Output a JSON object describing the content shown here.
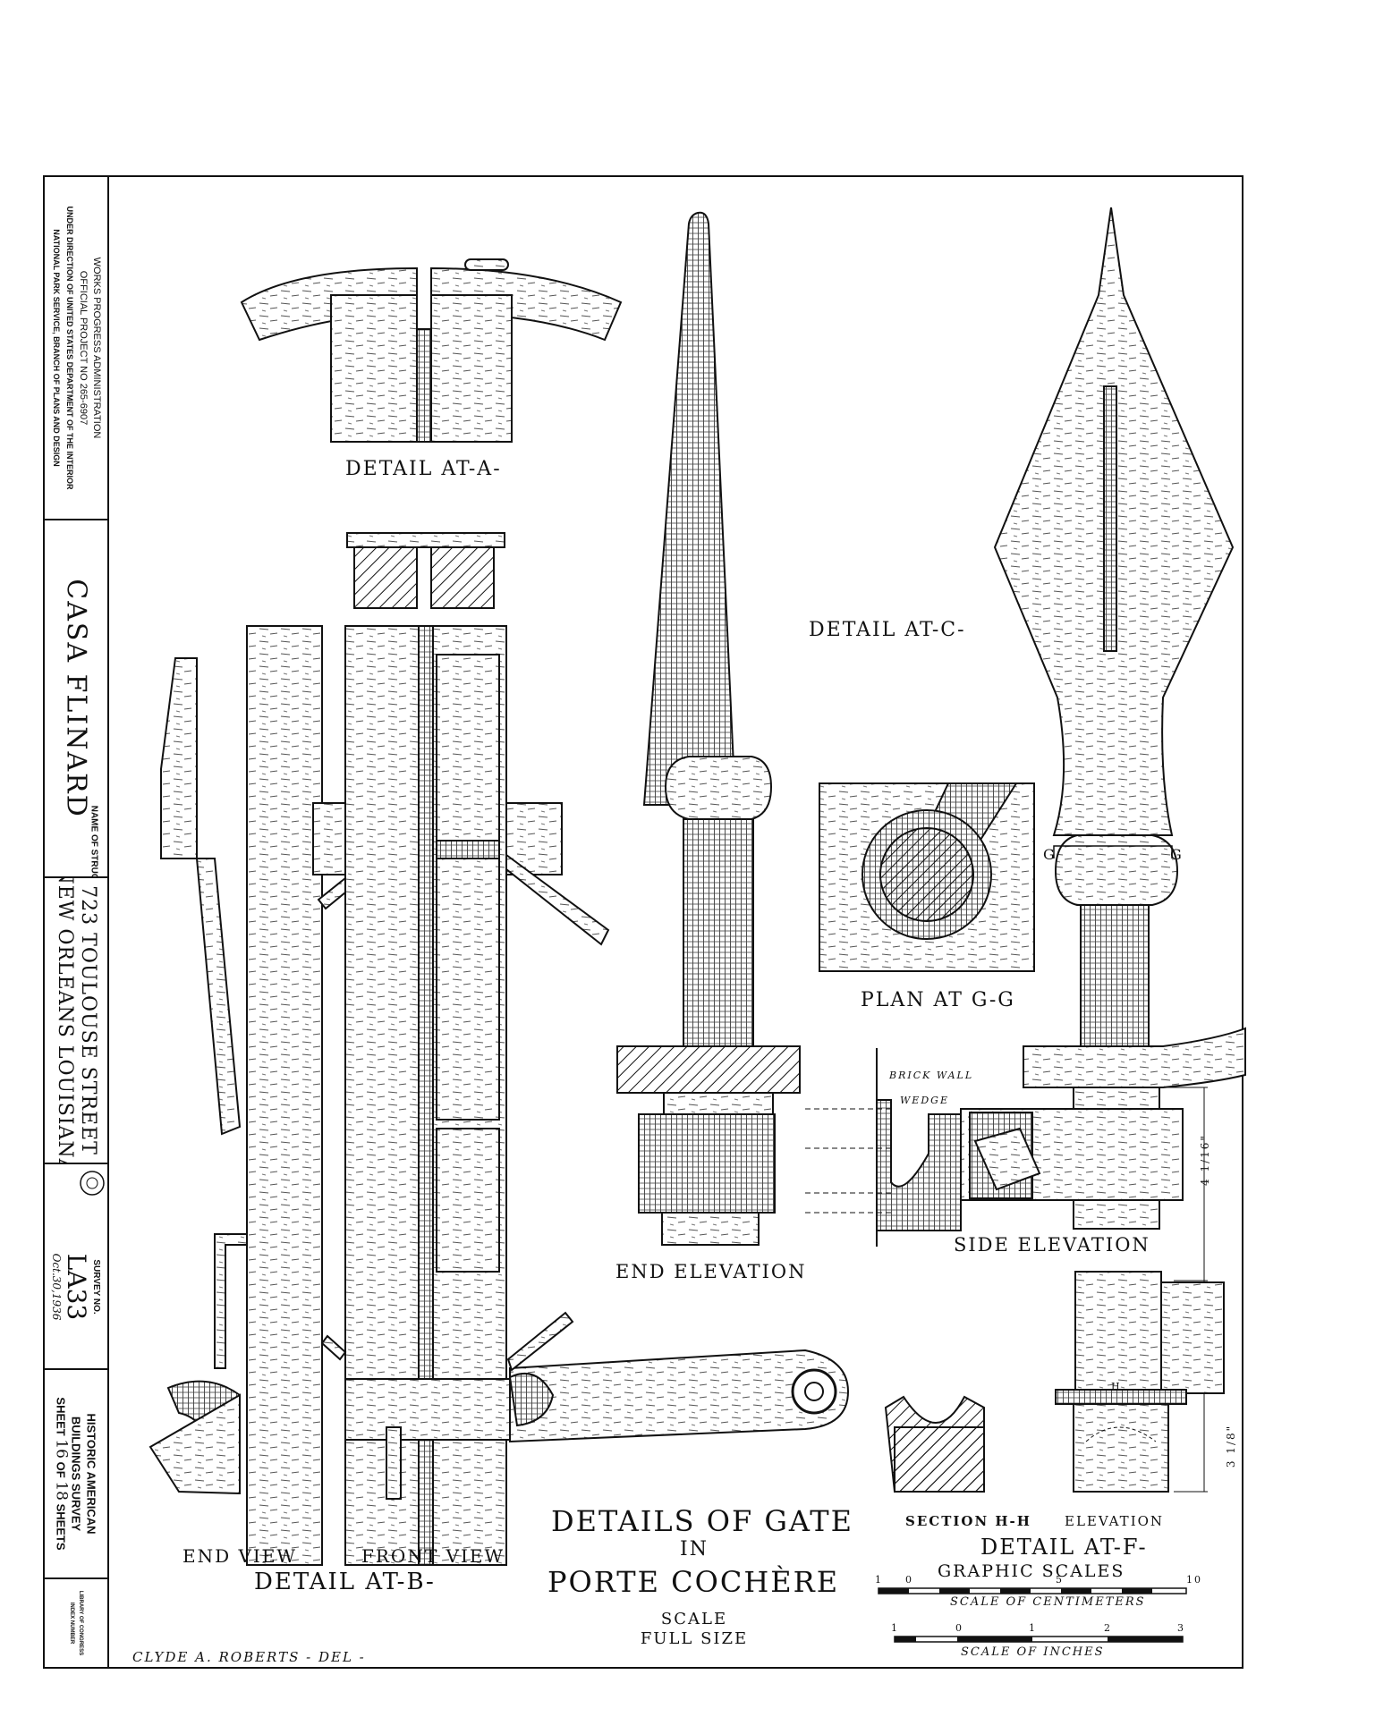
{
  "titleblock": {
    "agency_line1": "WORKS PROGRESS ADMINISTRATION",
    "agency_line2": "OFFICIAL PROJECT NO 265-6907",
    "agency_line3": "UNDER DIRECTION OF UNITED STATES DEPARTMENT OF THE INTERIOR",
    "agency_line4": "NATIONAL PARK SERVICE, BRANCH OF PLANS AND DESIGN",
    "structure_name": "CASA FLINARD",
    "name_label": "NAME OF STRUCTURE",
    "address_line1": "723 TOULOUSE STREET",
    "address_line2": "NEW ORLEANS LOUISIANA",
    "survey_label": "SURVEY NO.",
    "survey_no": "LA33",
    "date": "Oct.30,1936",
    "habs_line1": "HISTORIC AMERICAN",
    "habs_line2": "BUILDINGS SURVEY",
    "sheet_prefix": "SHEET",
    "sheet_no": "16",
    "sheet_of": "OF",
    "sheet_total": "18",
    "sheet_suffix": "SHEETS",
    "loc_line1": "LIBRARY OF CONGRESS",
    "loc_line2": "INDEX NUMBER"
  },
  "labels": {
    "detail_a": "DETAIL AT-A-",
    "detail_c": "DETAIL AT-C-",
    "plan_gg": "PLAN AT G-G",
    "g_left": "G",
    "g_right": "G",
    "brick_wall": "BRICK WALL",
    "wedge": "WEDGE",
    "side_elevation": "SIDE ELEVATION",
    "end_elevation": "END ELEVATION",
    "dim_side": "4 1/16\"",
    "dim_f": "3 1/8\"",
    "section_hh": "SECTION H-H",
    "elevation": "ELEVATION",
    "detail_f": "DETAIL AT-F-",
    "end_view": "END VIEW",
    "front_view": "FRONT VIEW",
    "detail_b": "DETAIL AT-B-",
    "title_line1": "DETAILS OF GATE",
    "title_line2": "IN",
    "title_line3": "PORTE COCHÈRE",
    "scale_label": "SCALE",
    "scale_value": "FULL SIZE",
    "graphic_scales": "GRAPHIC SCALES",
    "cm_label": "SCALE OF CENTIMETERS",
    "in_label": "SCALE OF INCHES",
    "cm_ticks": [
      "1",
      "0",
      "5",
      "10"
    ],
    "in_ticks": [
      "1",
      "0",
      "1",
      "2",
      "3"
    ],
    "h_mark": "H",
    "delineator": "CLYDE A. ROBERTS - DEL -"
  }
}
